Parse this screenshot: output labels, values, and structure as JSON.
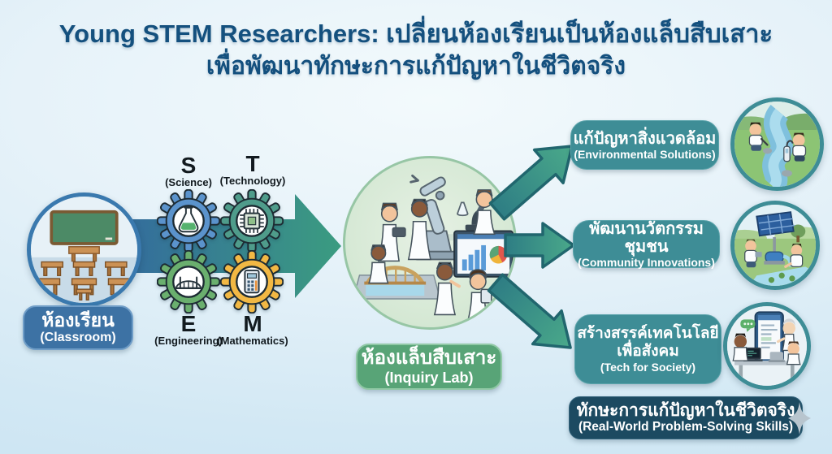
{
  "title": {
    "line1": "Young STEM Researchers: เปลี่ยนห้องเรียนเป็นห้องแล็บสืบเสาะ",
    "line2": "เพื่อพัฒนาทักษะการแก้ปัญหาในชีวิตจริง"
  },
  "classroom": {
    "label_th": "ห้องเรียน",
    "label_en": "(Classroom)"
  },
  "stem": {
    "items": [
      {
        "letter": "S",
        "name": "(Science)",
        "color": "#5b93cc",
        "icon": "flask-icon"
      },
      {
        "letter": "T",
        "name": "(Technology)",
        "color": "#4f9c8b",
        "icon": "chip-icon"
      },
      {
        "letter": "E",
        "name": "(Engineering)",
        "color": "#6aaf6e",
        "icon": "bridge-icon"
      },
      {
        "letter": "M",
        "name": "(Mathematics)",
        "color": "#f2b844",
        "icon": "calculator-icon"
      }
    ]
  },
  "lab": {
    "label_th": "ห้องแล็บสืบเสาะ",
    "label_en": "(Inquiry Lab)"
  },
  "outcomes": [
    {
      "label_th": "แก้ปัญหาสิ่งแวดล้อม",
      "label_en": "(Environmental Solutions)",
      "illustration": "water-testing"
    },
    {
      "label_th": "พัฒนานวัตกรรมชุมชน",
      "label_en": "(Community Innovations)",
      "illustration": "solar-pump"
    },
    {
      "label_th": "สร้างสรรค์เทคโนโลยี",
      "label_th2": "เพื่อสังคม",
      "label_en": "(Tech for Society)",
      "illustration": "coding-together"
    }
  ],
  "banner": {
    "label_th": "ทักษะการแก้ปัญหาในชีวิตจริง",
    "label_en": "(Real-World Problem-Solving Skills)"
  },
  "colors": {
    "background_edge": "#cbe4f2",
    "background_center": "#f3fafc",
    "title_text": "#14507e",
    "classroom_pill": "#3d72a4",
    "classroom_ring": "#3a79ae",
    "big_arrow_start": "#33689f",
    "big_arrow_end": "#3b9c80",
    "lab_circle_fill": "#d5e8d4",
    "inquiry_pill": "#58a477",
    "fan_arrow_fill": "#3f9388",
    "fan_arrow_stroke": "#21666e",
    "outcome_box": "#3e8d96",
    "outcome_ring": "#3e8d96",
    "banner_fill": "#1c4a61",
    "sparkle": "#b8c5ce"
  }
}
